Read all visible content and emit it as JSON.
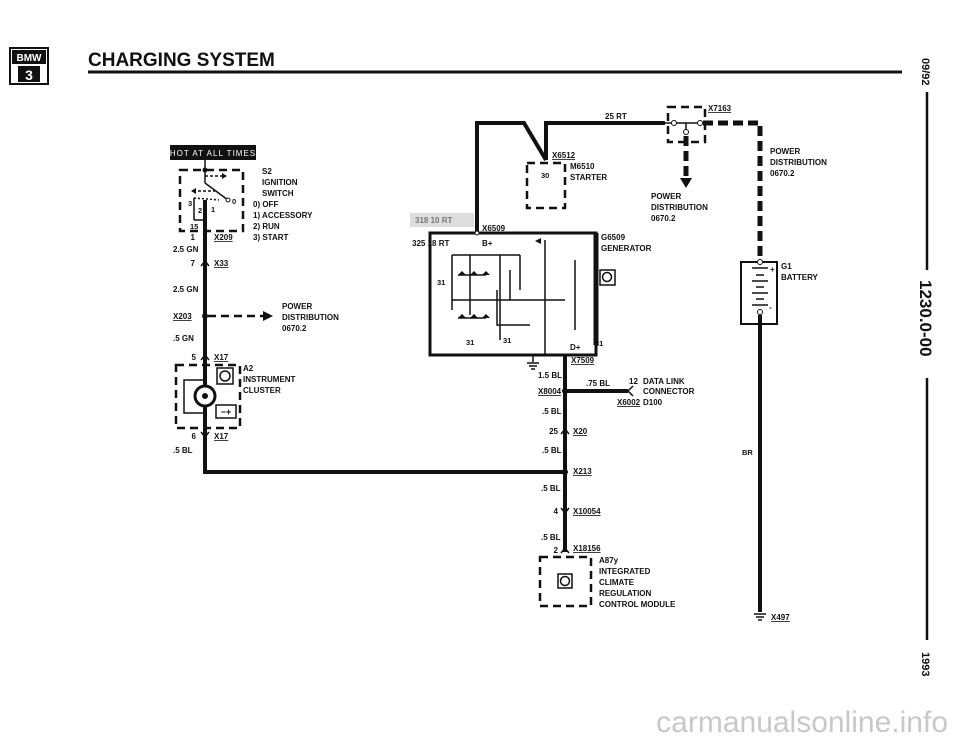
{
  "header": {
    "logo_top": "BMW",
    "logo_bottom": "3",
    "title": "CHARGING SYSTEM"
  },
  "margin": {
    "date": "09/92",
    "section": "1230.0-00",
    "year": "1993"
  },
  "hot_label": "HOT AT ALL TIMES",
  "ignition": {
    "id": "S2",
    "name1": "IGNITION",
    "name2": "SWITCH",
    "pos0": "0)  OFF",
    "pos1": "1)  ACCESSORY",
    "pos2": "2)  RUN",
    "pos3": "3)  START",
    "pin15": "15",
    "n3": "3",
    "n2": "2",
    "n1": "1",
    "n0": "0"
  },
  "wires_left": {
    "x209_pin": "1",
    "x209": "X209",
    "w1": "2.5 GN",
    "x33_pin": "7",
    "x33": "X33",
    "w2": "2.5 GN",
    "x203": "X203",
    "w3": ".5 GN",
    "x17a_pin": "5",
    "x17a": "X17",
    "x17b_pin": "6",
    "x17b": "X17",
    "w4": ".5 BL"
  },
  "pd_left": {
    "l1": "POWER",
    "l2": "DISTRIBUTION",
    "l3": "0670.2"
  },
  "cluster": {
    "id": "A2",
    "l1": "INSTRUMENT",
    "l2": "CLUSTER"
  },
  "starter": {
    "conn": "X6512",
    "id": "M6510",
    "name": "STARTER",
    "pin": "30"
  },
  "main_wire": {
    "w_a": "318 10 RT",
    "w_b": "325 18 RT",
    "w_c": "25 RT"
  },
  "x7163": "X7163",
  "pd_mid": {
    "l1": "POWER",
    "l2": "DISTRIBUTION",
    "l3": "0670.2"
  },
  "pd_right": {
    "l1": "POWER",
    "l2": "DISTRIBUTION",
    "l3": "0670.2"
  },
  "generator": {
    "conn": "X6509",
    "id": "G6509",
    "name": "GENERATOR",
    "bplus": "B+",
    "g1": "31",
    "g2": "31",
    "g3": "31",
    "g4": "31",
    "dplus": "D+"
  },
  "battery": {
    "id": "G1",
    "name": "BATTERY",
    "plus": "+",
    "minus": "-",
    "wire": "BR",
    "ground": "X497"
  },
  "dplus_chain": {
    "x7509": "X7509",
    "w1": "1.5 BL",
    "x8004": "X8004",
    "w_dl": ".75 BL",
    "dl_pin": "12",
    "dl1": "DATA LINK",
    "dl2": "CONNECTOR",
    "x6002": "X6002",
    "d100": "D100",
    "w2": ".5 BL",
    "x20_pin": "25",
    "x20": "X20",
    "w3": ".5 BL",
    "x213": "X213",
    "w4": ".5 BL",
    "x10054_pin": "4",
    "x10054": "X10054",
    "w5": ".5 BL",
    "x18156_pin": "2",
    "x18156": "X18156"
  },
  "ihka": {
    "id": "A87y",
    "l1": "INTEGRATED",
    "l2": "CLIMATE",
    "l3": "REGULATION",
    "l4": "CONTROL MODULE"
  },
  "watermark": "carmanualsonline.info"
}
